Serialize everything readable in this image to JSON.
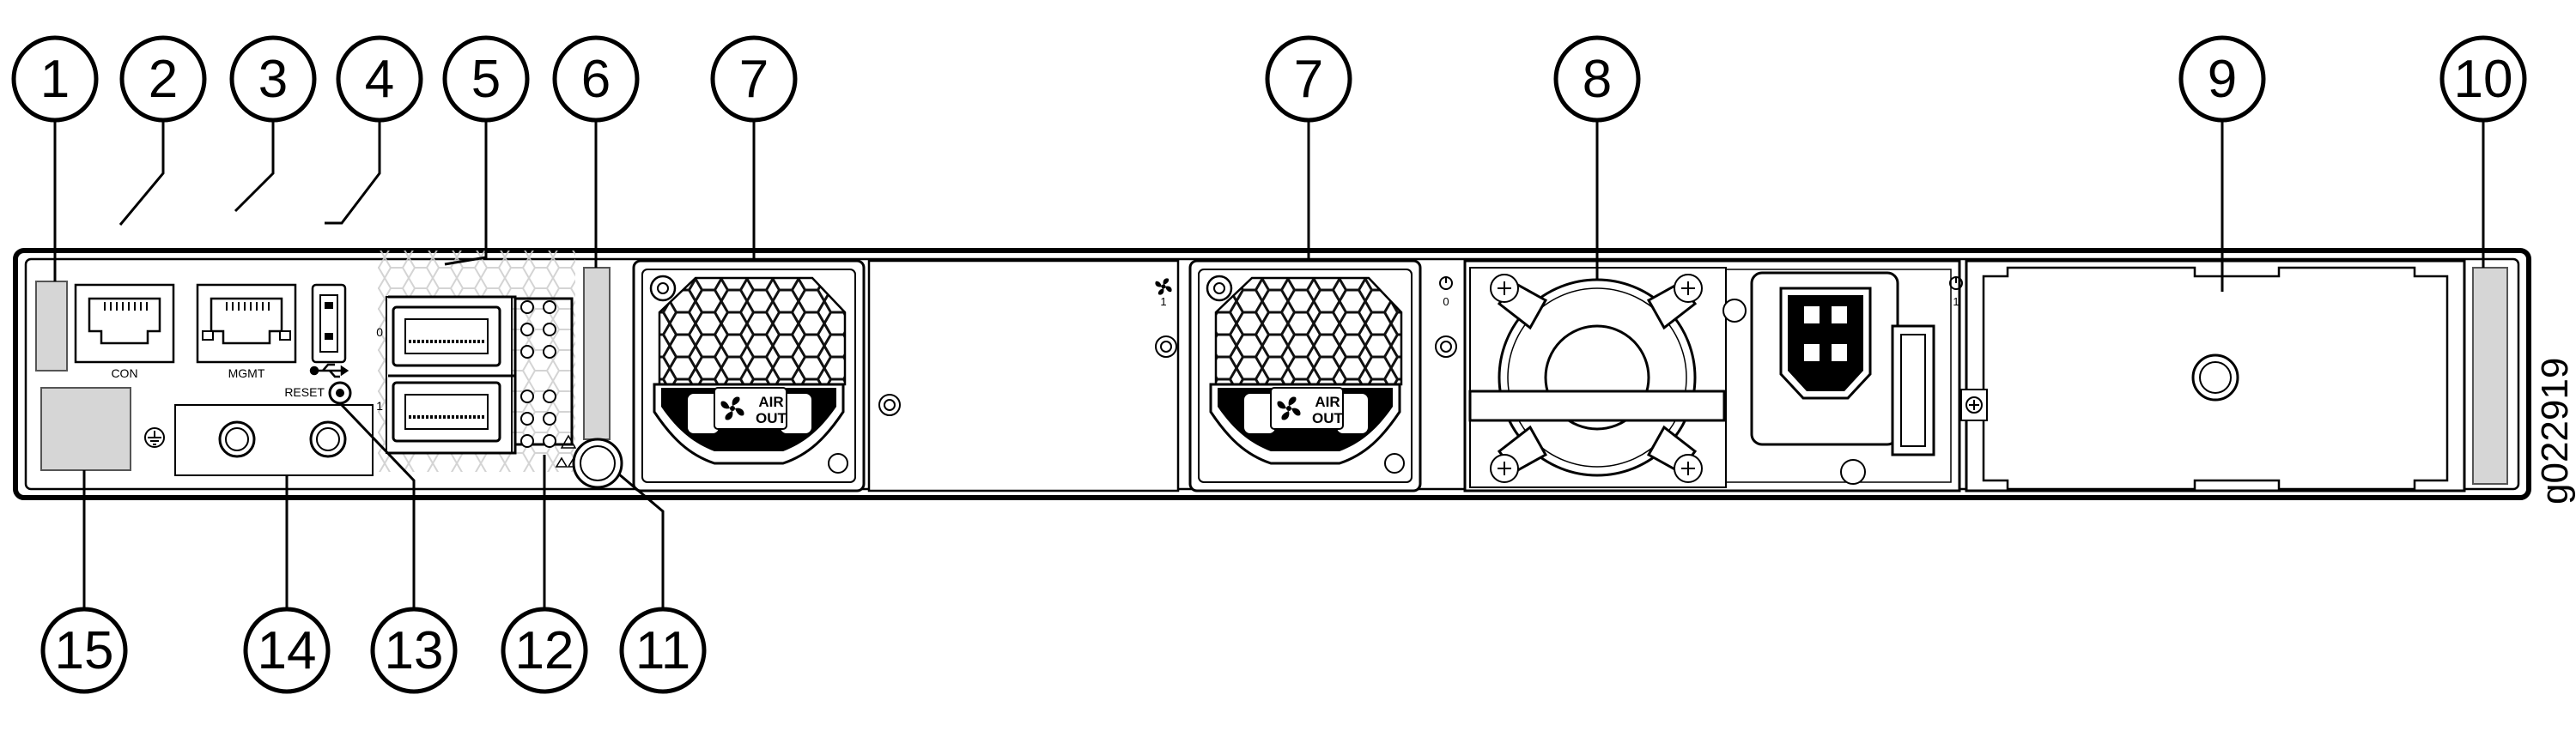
{
  "figure_id": "g022919",
  "callouts": [
    "1",
    "2",
    "3",
    "4",
    "5",
    "6",
    "7",
    "7",
    "8",
    "9",
    "10",
    "15",
    "14",
    "13",
    "12",
    "11"
  ],
  "port_labels": {
    "console": "CON",
    "management": "MGMT",
    "qsfp_port_0": "0",
    "qsfp_port_1": "1",
    "reset": "RESET",
    "fan_slot_0": "0",
    "fan_slot_1": "1",
    "psu_slot_0": "0",
    "psu_slot_1": "1"
  },
  "fan_label": {
    "line1": "AIR",
    "line2": "OUT"
  },
  "icons": [
    "ethernet-port-icon",
    "usb-icon",
    "ground-icon",
    "fan-icon",
    "power-icon",
    "laser-warning-icon",
    "power-inlet-icon"
  ]
}
